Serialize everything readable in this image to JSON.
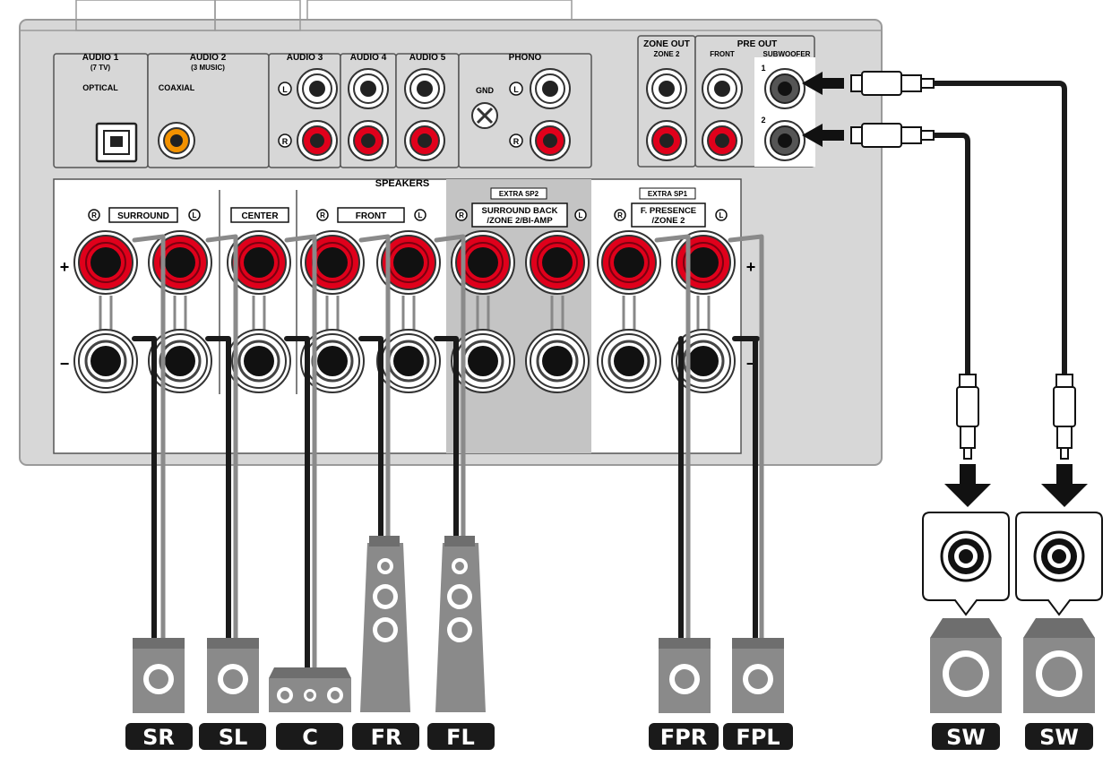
{
  "inputs": {
    "audio1": {
      "name": "AUDIO 1",
      "sub": "(7 TV)",
      "type": "OPTICAL"
    },
    "audio2": {
      "name": "AUDIO 2",
      "sub": "(3 MUSIC)",
      "type": "COAXIAL"
    },
    "audio3": "AUDIO 3",
    "audio4": "AUDIO 4",
    "audio5": "AUDIO 5",
    "phono": "PHONO",
    "gnd": "GND",
    "left_mark": "L",
    "right_mark": "R"
  },
  "outputs": {
    "zone_out": "ZONE OUT",
    "zone2": "ZONE 2",
    "pre_out": "PRE OUT",
    "front": "FRONT",
    "subwoofer": "SUBWOOFER",
    "sub1": "1",
    "sub2": "2"
  },
  "speakers": {
    "title": "SPEAKERS",
    "surround": "SURROUND",
    "center": "CENTER",
    "front": "FRONT",
    "extra_sp2": "EXTRA SP2",
    "surround_back_1": "SURROUND BACK",
    "surround_back_2": "/ZONE 2/BI-AMP",
    "extra_sp1": "EXTRA SP1",
    "presence_1": "F. PRESENCE",
    "presence_2": "/ZONE 2",
    "plus": "+",
    "minus": "−"
  },
  "labels": [
    "SR",
    "SL",
    "C",
    "FR",
    "FL",
    "FPR",
    "FPL",
    "SW",
    "SW"
  ],
  "colors": {
    "panel": "#d7d7d7",
    "panel_dark": "#c4c4c4",
    "terminal_red": "#e0001b",
    "cable": "#1a1a1a",
    "speaker": "#8a8a8a",
    "label_bg": "#1a1a1a"
  }
}
